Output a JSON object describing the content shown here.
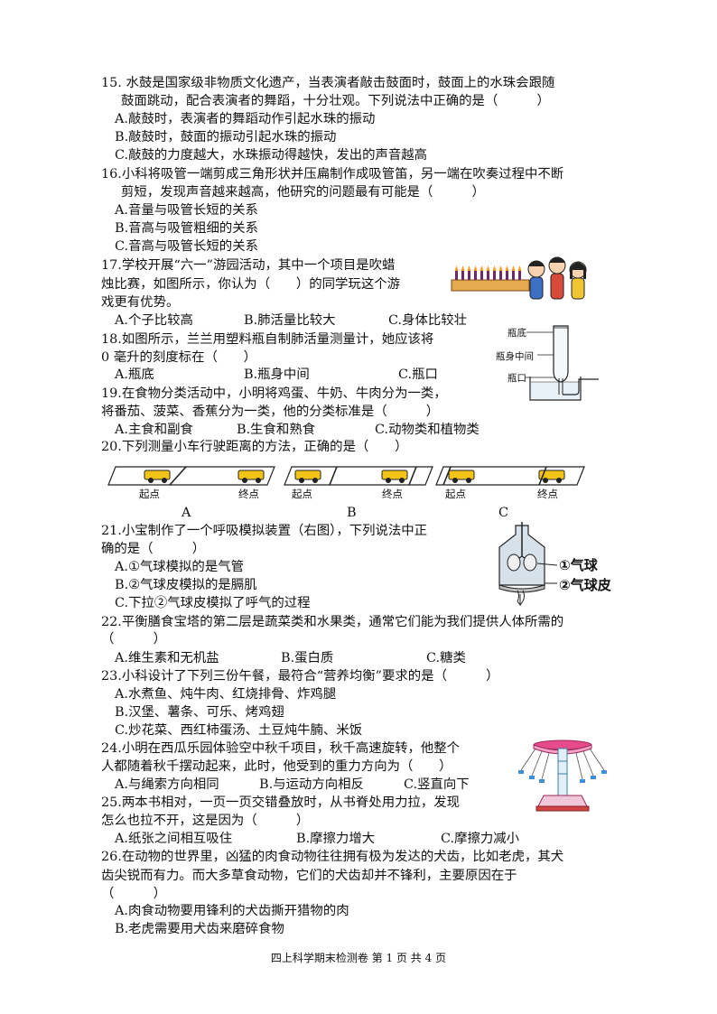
{
  "questions": {
    "q15": {
      "stem_lines": [
        "15. 水鼓是国家级非物质文化遗产，当表演者敲击鼓面时，鼓面上的水珠会跟随",
        "鼓面跳动，配合表演者的舞蹈，十分壮观。下列说法中正确的是（　　　）"
      ],
      "options": [
        "A.敲鼓时，表演者的舞蹈动作引起水珠的振动",
        "B.敲鼓时，鼓面的振动引起水珠的振动",
        "C.敲鼓的力度越大，水珠振动得越快，发出的声音越高"
      ]
    },
    "q16": {
      "stem_lines": [
        "16.小科将吸管一端剪成三角形状并压扁制作成吸管笛，另一端在吹奏过程中不断",
        "剪短，发现声音越来越高，他研究的问题最有可能是（　　　）"
      ],
      "options": [
        "A.音量与吸管长短的关系",
        "B.音高与吸管粗细的关系",
        "C.音高与吸管长短的关系"
      ]
    },
    "q17": {
      "stem_lines": [
        "17.学校开展“六一”游园活动，其中一个项目是吹蜡",
        "烛比赛，如图所示，你认为（　　）的同学玩这个游",
        "戏更有优势。"
      ],
      "options_line": [
        "A.个子比较高",
        "B.肺活量比较大",
        "C.身体比较壮"
      ]
    },
    "q18": {
      "stem_lines": [
        "18.如图所示，兰兰用塑料瓶自制肺活量测量计，她应该将",
        "0 毫升的刻度标在（　　）"
      ],
      "options_line": [
        "A.瓶底",
        "B.瓶身中间",
        "C.瓶口"
      ],
      "figure_labels": {
        "bottom": "瓶底",
        "middle": "瓶身中间",
        "mouth": "瓶口"
      }
    },
    "q19": {
      "stem_lines": [
        "19.在食物分类活动中，小明将鸡蛋、牛奶、牛肉分为一类，",
        "将番茄、菠菜、香蕉分为一类，他的分类标准是（　　　）"
      ],
      "options_line": [
        "A.主食和副食",
        "B.生食和熟食",
        "C.动物类和植物类"
      ]
    },
    "q20": {
      "stem_lines": [
        "20.下列测量小车行驶距离的方法，正确的是（　　）"
      ],
      "start_label": "起点",
      "end_label": "终点",
      "figure_options": [
        "A",
        "B",
        "C"
      ]
    },
    "q21": {
      "stem_lines": [
        "21.小宝制作了一个呼吸模拟装置（右图），下列说法中正",
        "确的是（　　　）"
      ],
      "options": [
        "A.①气球模拟的是气管",
        "B.②气球皮模拟的是膈肌",
        "C.下拉②气球皮模拟了呼气的过程"
      ],
      "figure_labels": [
        "①气球",
        "②气球皮"
      ]
    },
    "q22": {
      "stem_lines": [
        "22.平衡膳食宝塔的第二层是蔬菜类和水果类，通常它们能为我们提供人体所需的",
        "（　　　）"
      ],
      "options_line": [
        "A.维生素和无机盐",
        "B.蛋白质",
        "C.糖类"
      ]
    },
    "q23": {
      "stem_lines": [
        "23.小科设计了下列三份午餐，最符合“营养均衡”要求的是（　　　）"
      ],
      "options": [
        "A.水煮鱼、炖牛肉、红烧排骨、炸鸡腿",
        "B.汉堡、薯条、可乐、烤鸡翅",
        "C.炒花菜、西红柿蛋汤、土豆炖牛腩、米饭"
      ]
    },
    "q24": {
      "stem_lines": [
        "24.小明在西瓜乐园体验空中秋千项目，秋千高速旋转，他整个",
        "人都随着秋千摆动起来，此时，他受到的重力方向为（　　）"
      ],
      "options_line": [
        "A.与绳索方向相同",
        "B.与运动方向相反",
        "C.竖直向下"
      ]
    },
    "q25": {
      "stem_lines": [
        "25.两本书相对，一页一页交错叠放时，从书脊处用力拉，发现",
        "怎么也拉不开，这是因为（　　　）"
      ],
      "options_line": [
        "A.纸张之间相互吸住",
        "B.摩擦力增大",
        "C.摩擦力减小"
      ]
    },
    "q26": {
      "stem_lines": [
        "26.在动物的世界里，凶猛的肉食动物往往拥有极为发达的犬齿，比如老虎，其犬",
        "齿尖锐而有力。而大多草食动物，它们的犬齿却并不锋利，主要原因在于",
        "（　　　）"
      ],
      "options": [
        "A.肉食动物要用锋利的犬齿撕开猎物的肉",
        "B.老虎需要用犬齿来磨碎食物"
      ]
    }
  },
  "footer": "四上科学期末检测卷 第 1 页 共 4 页"
}
